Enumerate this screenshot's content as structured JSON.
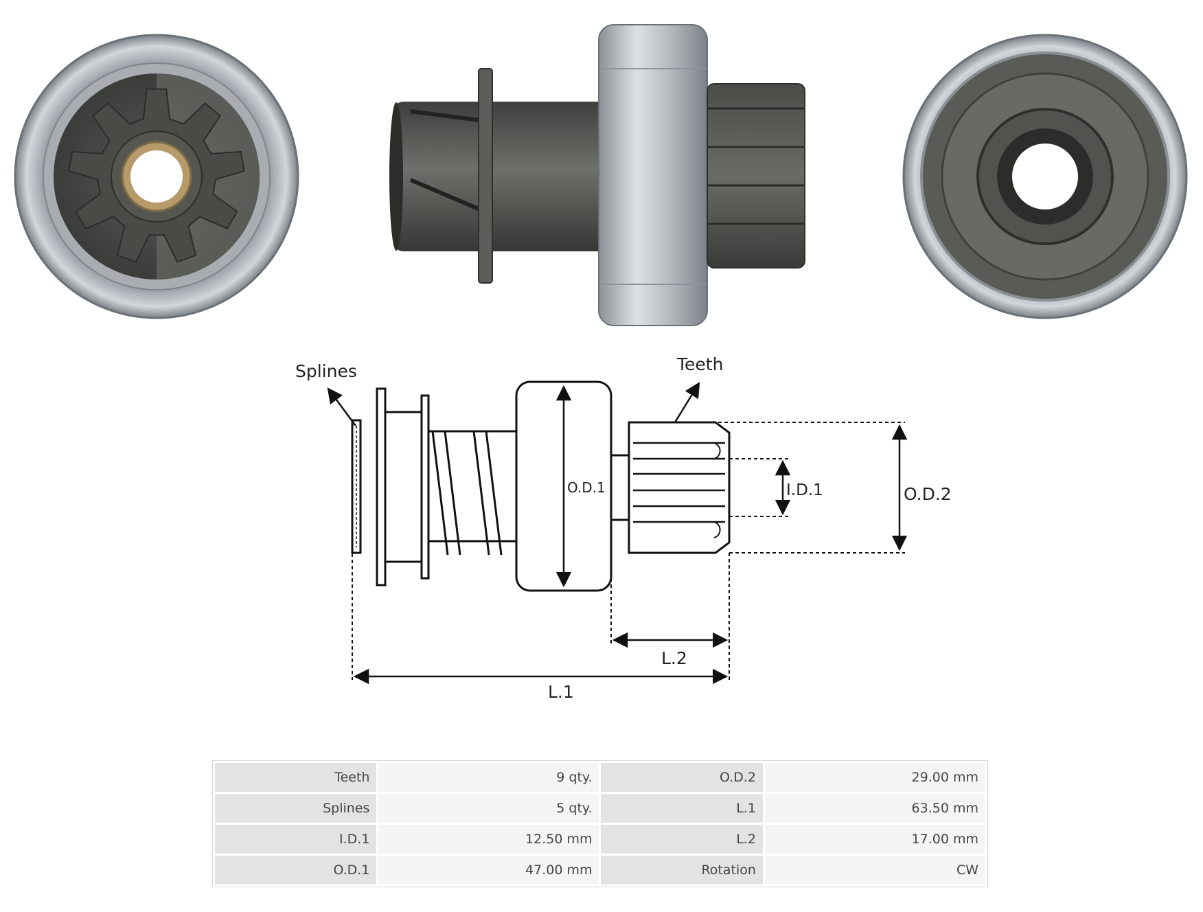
{
  "diagram": {
    "labels": {
      "splines": "Splines",
      "teeth": "Teeth",
      "od1": "O.D.1",
      "id1": "I.D.1",
      "od2": "O.D.2",
      "l1": "L.1",
      "l2": "L.2"
    }
  },
  "specs": {
    "rows": [
      {
        "k1": "Teeth",
        "v1": "9 qty.",
        "k2": "O.D.2",
        "v2": "29.00 mm"
      },
      {
        "k1": "Splines",
        "v1": "5 qty.",
        "k2": "L.1",
        "v2": "63.50 mm"
      },
      {
        "k1": "I.D.1",
        "v1": "12.50 mm",
        "k2": "L.2",
        "v2": "17.00 mm"
      },
      {
        "k1": "O.D.1",
        "v1": "47.00 mm",
        "k2": "Rotation",
        "v2": "CW"
      }
    ]
  },
  "colors": {
    "steel_light": "#c9cdd2",
    "steel_dark": "#4a4b48",
    "brass": "#b69a6a"
  }
}
